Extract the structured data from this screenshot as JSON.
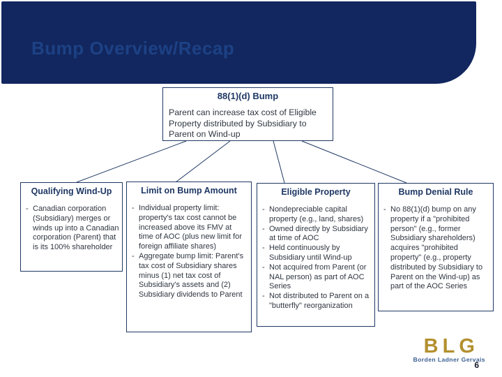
{
  "slide": {
    "title": "Bump Overview/Recap",
    "page_number": "6"
  },
  "colors": {
    "band_background": "#12275f",
    "band_title_text": "#1d4185",
    "box_border": "#1f3864",
    "box_title_text": "#1f3864",
    "body_text": "#2f3640",
    "logo_gold": "#b3902f",
    "logo_blue": "#3b5f94"
  },
  "diagram": {
    "root": {
      "title": "88(1)(d) Bump",
      "body": "Parent can increase tax cost of Eligible Property distributed by Subsidiary to Parent on Wind-up"
    },
    "boxes": [
      {
        "title": "Qualifying Wind-Up",
        "bullets": [
          "Canadian corporation (Subsidiary) merges or winds up into a Canadian corporation (Parent) that is its 100% shareholder"
        ]
      },
      {
        "title": "Limit on Bump Amount",
        "bullets": [
          "Individual property limit: property's tax cost cannot be increased above its FMV at time of AOC (plus new limit for foreign affiliate shares)",
          "Aggregate bump limit: Parent's tax cost of Subsidiary shares minus (1) net tax cost of Subsidiary's assets and (2) Subsidiary dividends to Parent"
        ]
      },
      {
        "title": "Eligible Property",
        "bullets": [
          "Nondepreciable capital property (e.g., land, shares)",
          "Owned directly by Subsidiary at time of AOC",
          "Held continuously by Subsidiary until Wind-up",
          "Not acquired from Parent (or NAL person) as part of AOC Series",
          "Not distributed to Parent on a \"butterfly\" reorganization"
        ]
      },
      {
        "title": "Bump Denial Rule",
        "bullets": [
          "No 88(1)(d) bump on any property if a \"prohibited person\" (e.g., former Subsidiary shareholders) acquires \"prohibited property\" (e.g., property distributed by Subsidiary to Parent on the Wind-up) as part of the AOC Series"
        ]
      }
    ]
  },
  "logo": {
    "acronym": "BLG",
    "name": "Borden Ladner Gervais"
  }
}
